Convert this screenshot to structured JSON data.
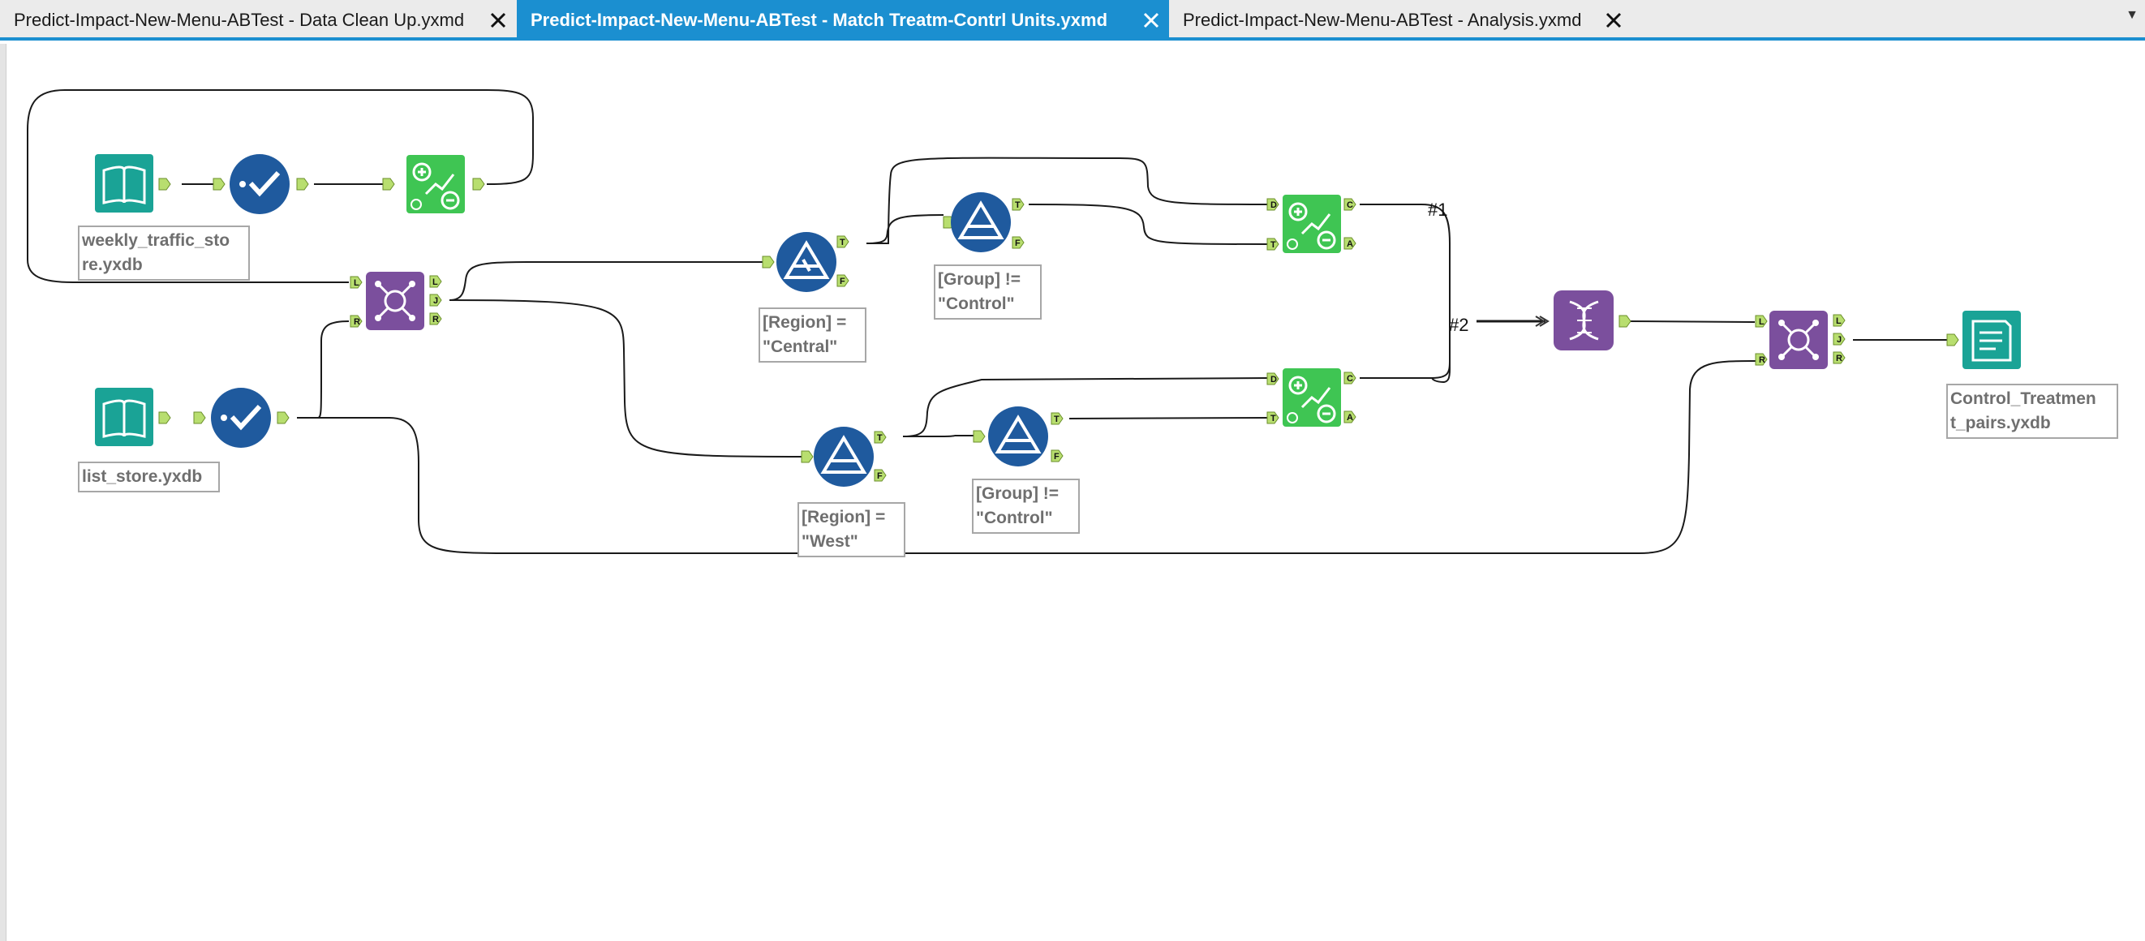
{
  "tabs": [
    {
      "label": "Predict-Impact-New-Menu-ABTest - Data Clean Up.yxmd",
      "active": false
    },
    {
      "label": "Predict-Impact-New-Menu-ABTest - Match Treatm-Contrl Units.yxmd",
      "active": true
    },
    {
      "label": "Predict-Impact-New-Menu-ABTest - Analysis.yxmd",
      "active": false
    }
  ],
  "overflow_icon": "chevron-down-icon",
  "colors": {
    "tab_active": "#1b8fd0",
    "input_tool": "#1aa396",
    "select_tool": "#1f5a9e",
    "filter_tool": "#1f5a9e",
    "join_tool": "#7b4f9d",
    "predictive_tool": "#3fc553",
    "anchor": "#b8de6f"
  },
  "labels": {
    "weekly": "weekly_traffic_sto\nre.yxdb",
    "list_store": "list_store.yxdb",
    "filter_central": "[Region] =\n\"Central\"",
    "filter_west": "[Region] =\n\"West\"",
    "filter_group_1": "[Group] !=\n\"Control\"",
    "filter_group_2": "[Group] !=\n\"Control\"",
    "output": "Control_Treatmen\nt_pairs.yxdb"
  },
  "wire_labels": {
    "w1": "#1",
    "w2": "#2"
  },
  "anchors": {
    "L": "L",
    "J": "J",
    "R": "R",
    "T": "T",
    "F": "F",
    "D": "D",
    "C": "C",
    "A": "A"
  }
}
